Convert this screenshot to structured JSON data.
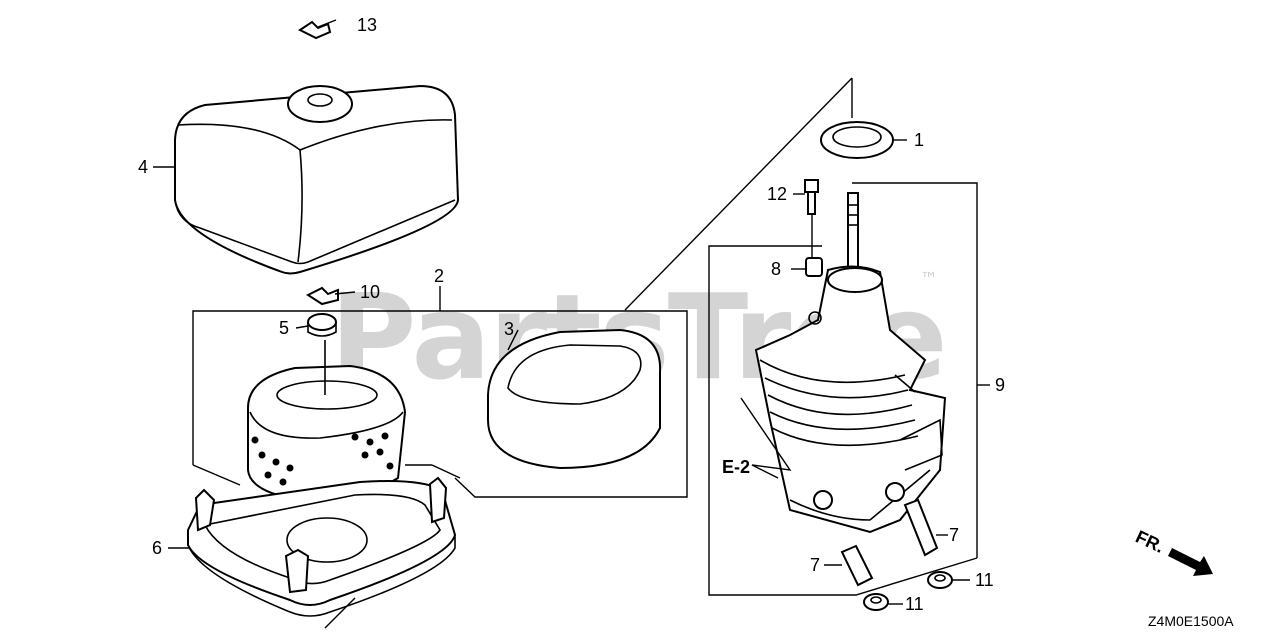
{
  "watermark": "PartsTree",
  "trademark": "™",
  "drawing_code": "Z4M0E1500A",
  "front_indicator": "FR.",
  "reference": "E-2",
  "callouts": [
    {
      "id": "c1",
      "text": "1"
    },
    {
      "id": "c2",
      "text": "2"
    },
    {
      "id": "c3",
      "text": "3"
    },
    {
      "id": "c4",
      "text": "4"
    },
    {
      "id": "c5",
      "text": "5"
    },
    {
      "id": "c6",
      "text": "6"
    },
    {
      "id": "c7a",
      "text": "7"
    },
    {
      "id": "c7b",
      "text": "7"
    },
    {
      "id": "c8",
      "text": "8"
    },
    {
      "id": "c9",
      "text": "9"
    },
    {
      "id": "c10",
      "text": "10"
    },
    {
      "id": "c11a",
      "text": "11"
    },
    {
      "id": "c11b",
      "text": "11"
    },
    {
      "id": "c12",
      "text": "12"
    },
    {
      "id": "c13",
      "text": "13"
    }
  ]
}
